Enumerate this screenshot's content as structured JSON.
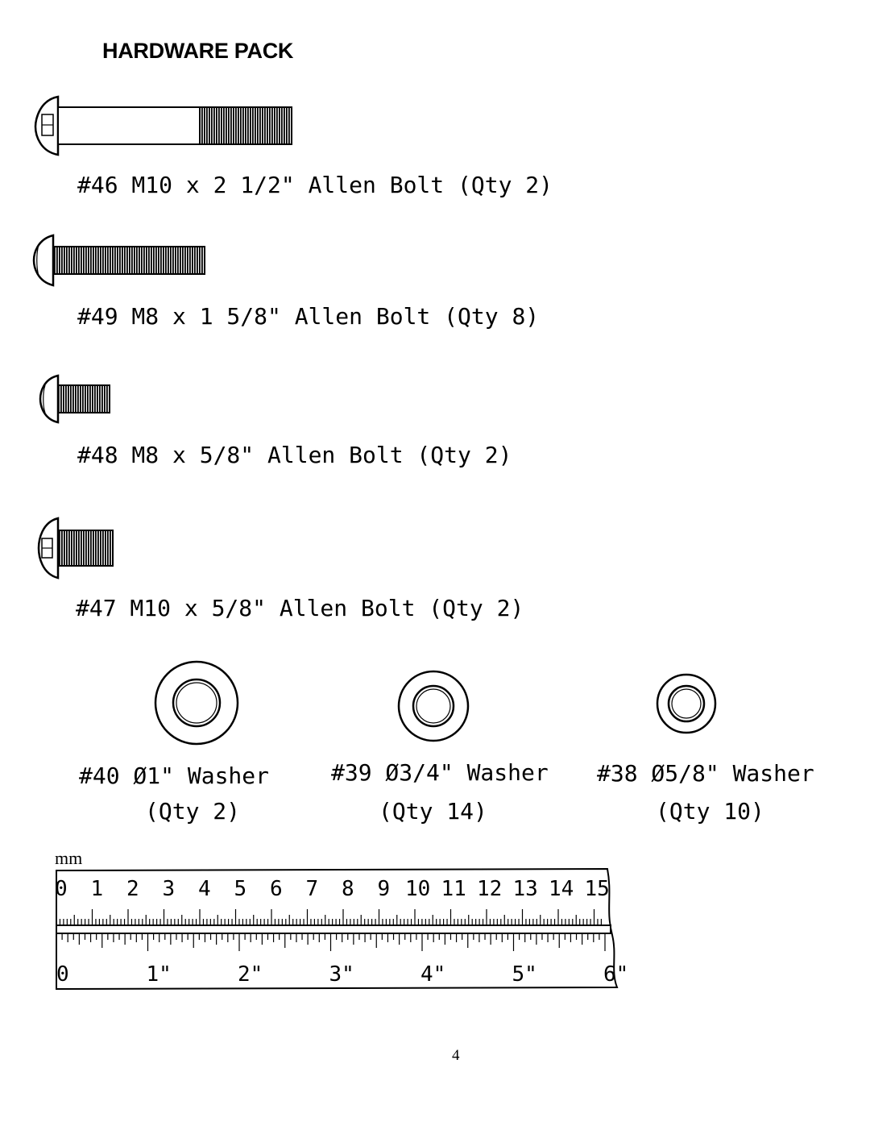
{
  "page": {
    "title": "HARDWARE PACK",
    "page_number": "4"
  },
  "bolts": [
    {
      "id": "46",
      "label": "#46 M10 x 2 1/2\" Allen Bolt (Qty 2)"
    },
    {
      "id": "49",
      "label": "#49 M8 x 1 5/8\" Allen Bolt (Qty 8)"
    },
    {
      "id": "48",
      "label": "#48 M8 x 5/8\" Allen Bolt (Qty 2)"
    },
    {
      "id": "47",
      "label": "#47 M10 x 5/8\" Allen Bolt (Qty 2)"
    }
  ],
  "washers": [
    {
      "id": "40",
      "label": "#40 Ø1\" Washer",
      "qty": "(Qty 2)"
    },
    {
      "id": "39",
      "label": "#39 Ø3/4\" Washer",
      "qty": "(Qty 14)"
    },
    {
      "id": "38",
      "label": "#38 Ø5/8\" Washer",
      "qty": "(Qty 10)"
    }
  ],
  "ruler": {
    "unit_label": "mm",
    "mm_labels": [
      "0",
      "1",
      "2",
      "3",
      "4",
      "5",
      "6",
      "7",
      "8",
      "9",
      "10",
      "11",
      "12",
      "13",
      "14",
      "15"
    ],
    "inch_labels": [
      "0",
      "1\"",
      "2\"",
      "3\"",
      "4\"",
      "5\"",
      "6\""
    ]
  },
  "icons": {
    "bolt": "allen-bolt-icon",
    "washer": "washer-icon",
    "ruler": "ruler-icon"
  }
}
